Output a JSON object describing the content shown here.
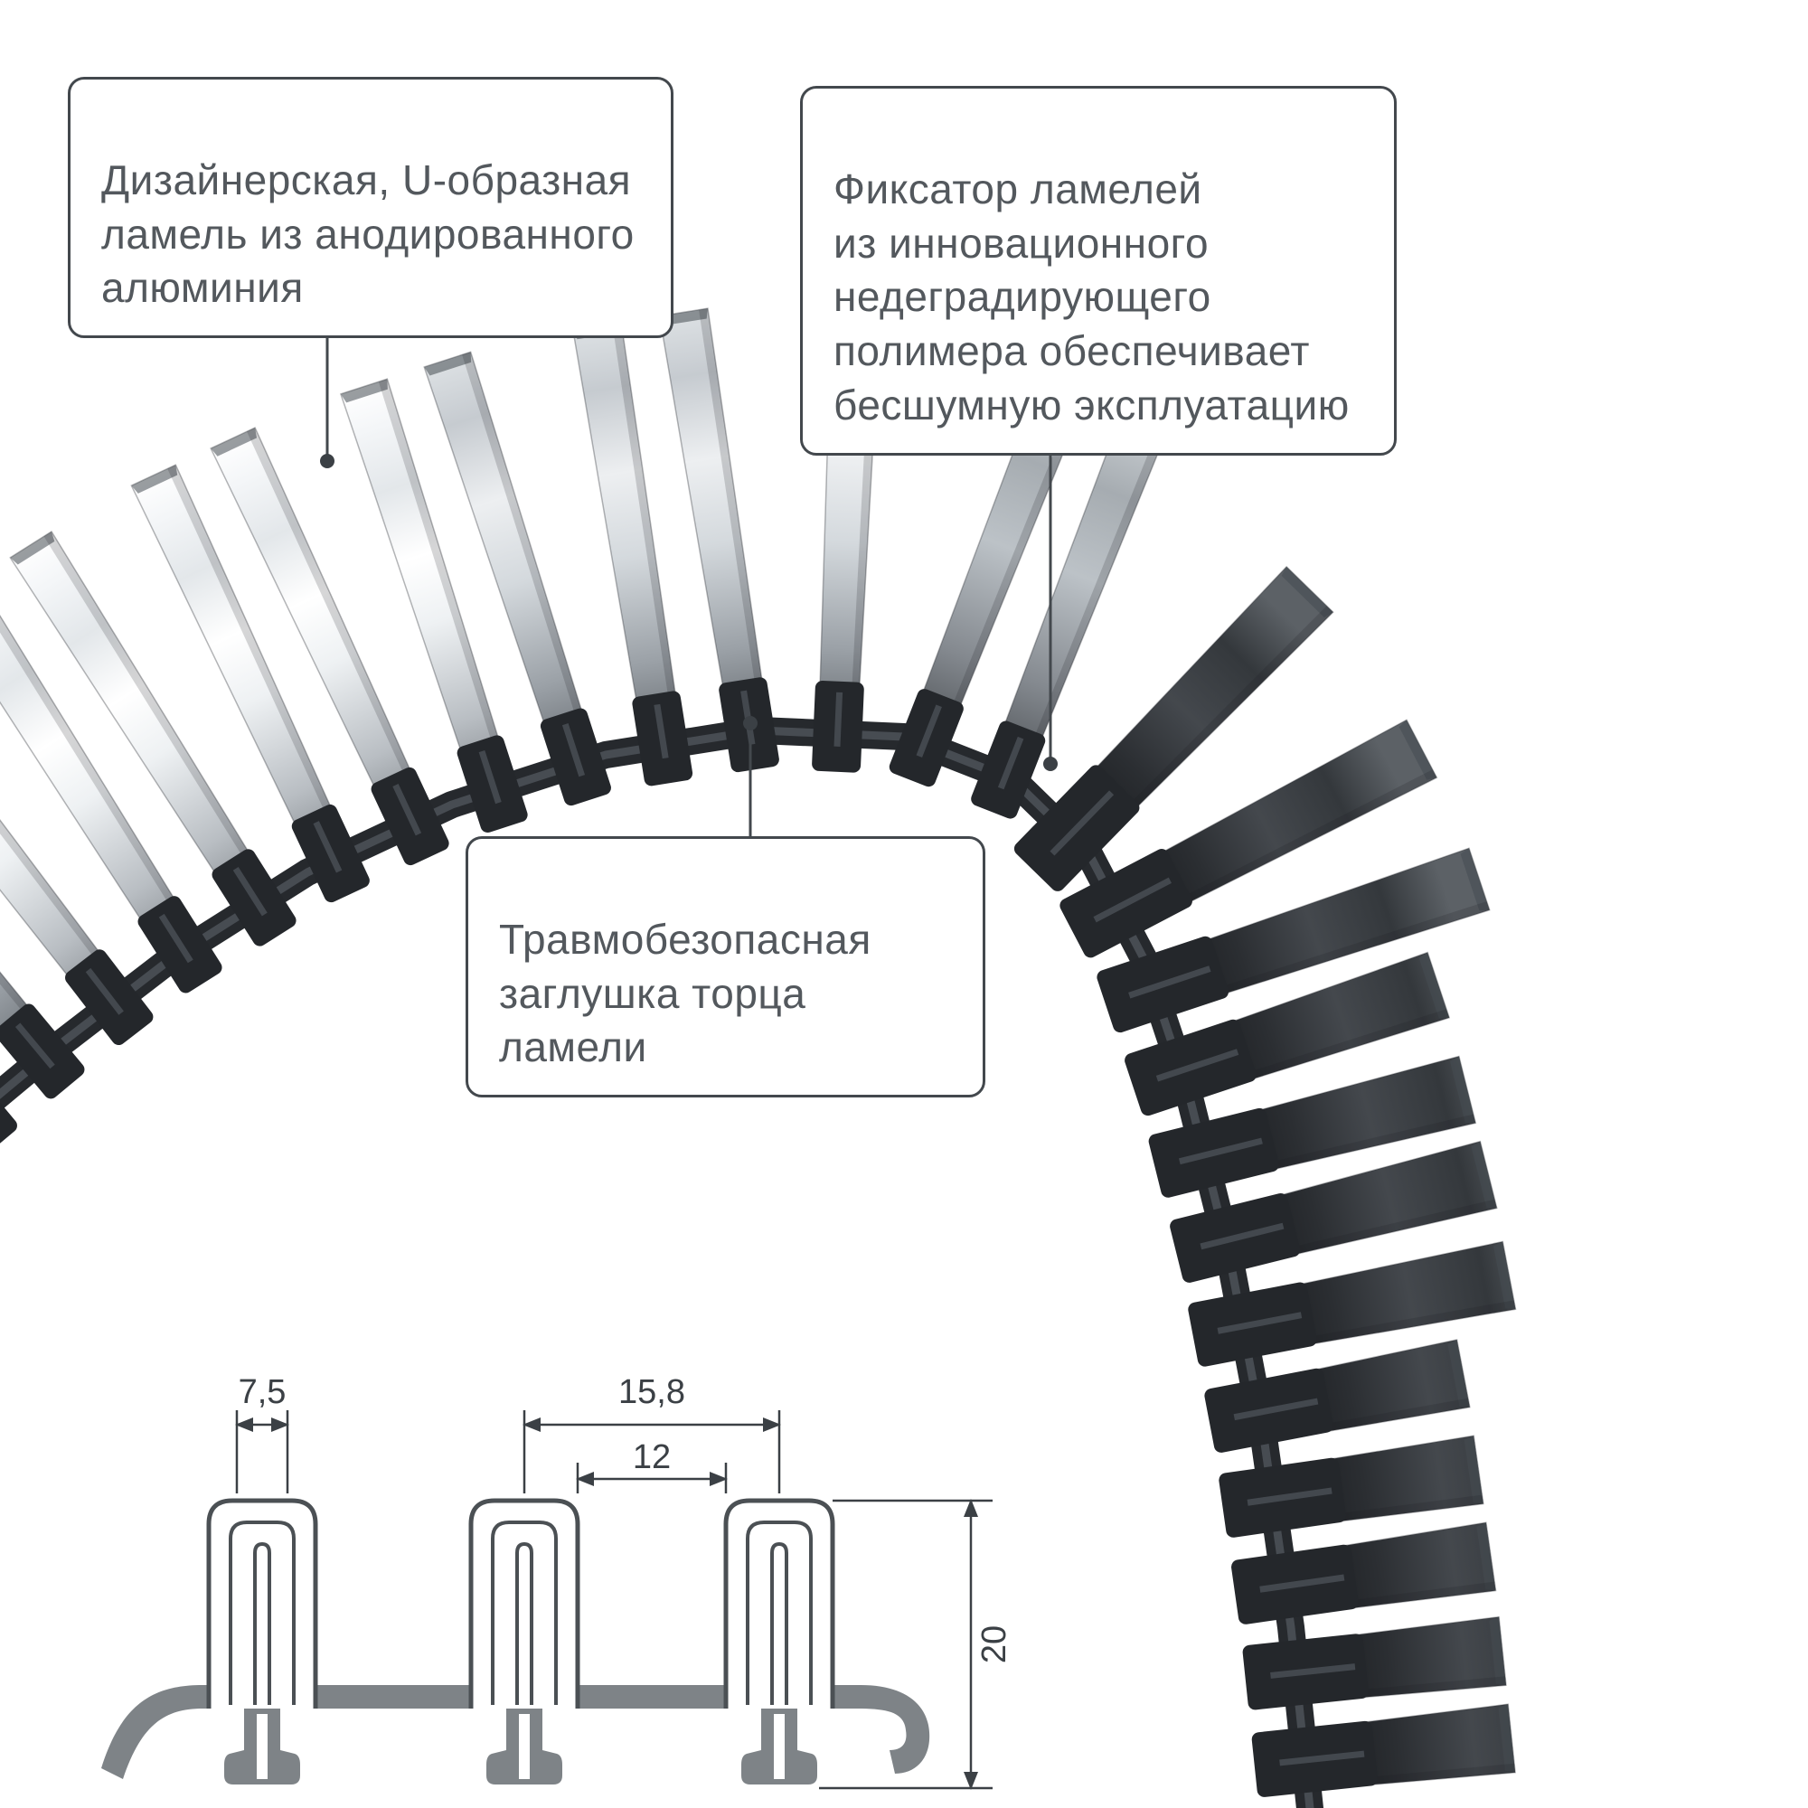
{
  "callouts": {
    "lamella": {
      "text": "Дизайнерская, U-образная\nламель из анодированного\nалюминия"
    },
    "fixator": {
      "text": "Фиксатор ламелей\nиз инновационного\nнедеградирующего\nполимера обеспечивает\nбесшумную эксплуатацию"
    },
    "endcap": {
      "text": "Травмобезопасная\nзаглушка торца ламели"
    }
  },
  "dimensions": {
    "slot_width": "7,5",
    "pitch": "15,8",
    "gap": "12",
    "height": "20"
  },
  "colors": {
    "outline": "#43484d",
    "band_dark": "#26292d",
    "fixator_clip": "#24272b",
    "drawing_gray": "#7e8387",
    "metal_highlight": "#ffffff"
  }
}
